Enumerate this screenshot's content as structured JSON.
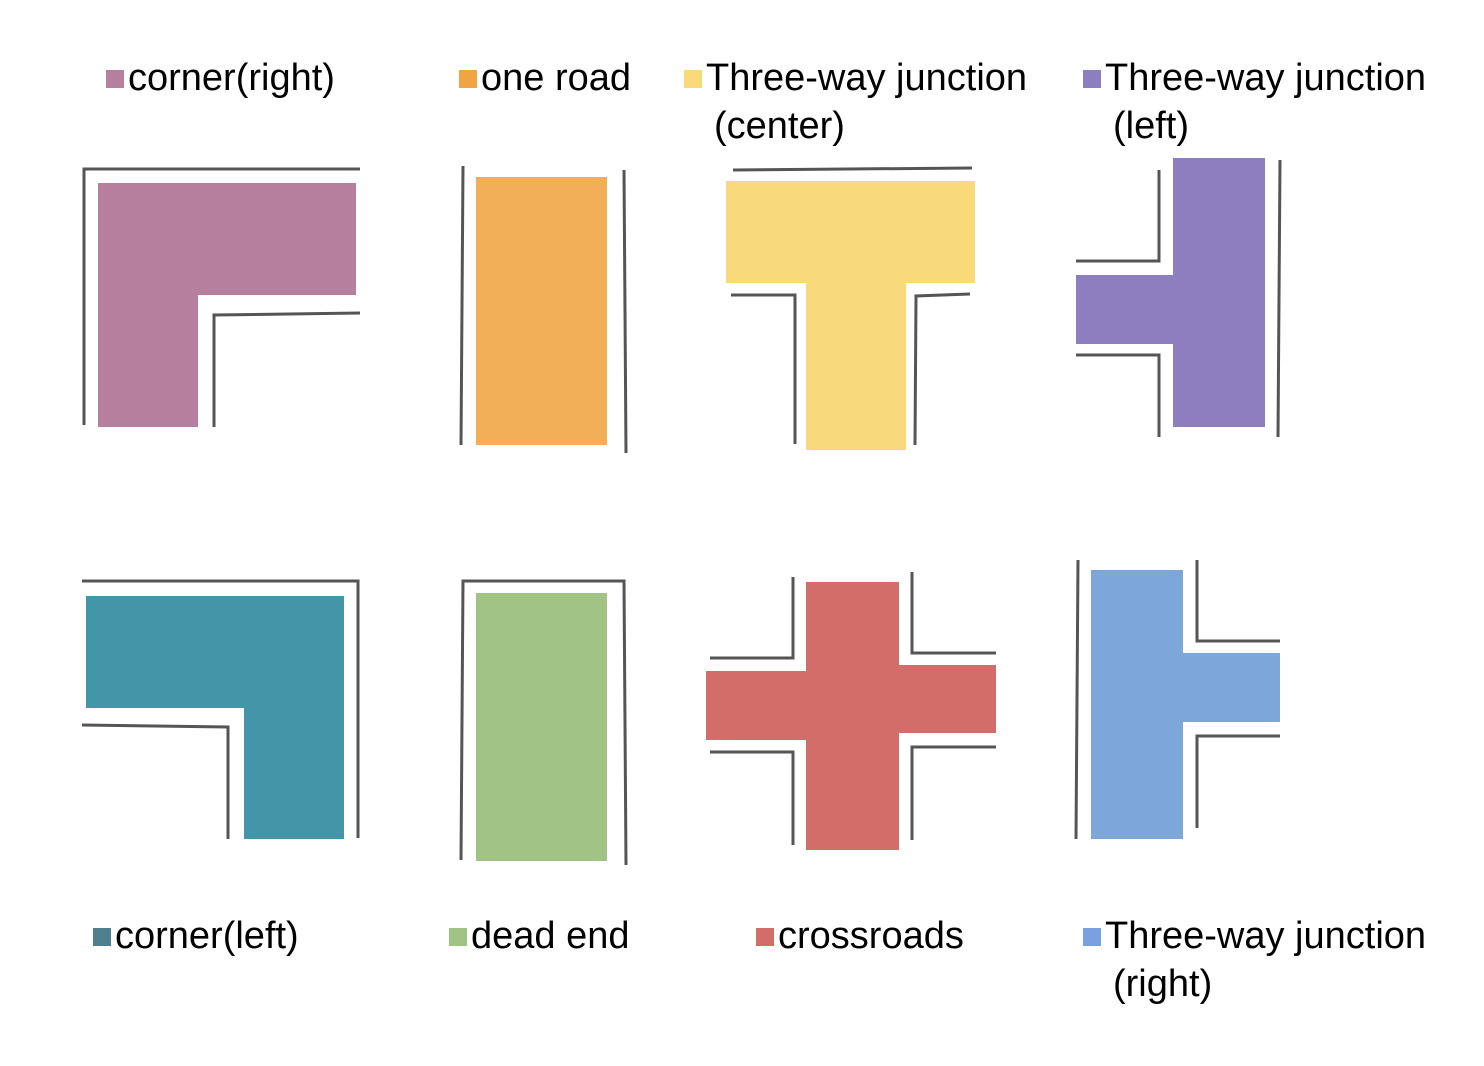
{
  "legend": [
    {
      "id": "corner_right",
      "text": "corner(right)",
      "line2": "",
      "color": "#b67f9d",
      "swatch": "#b67f9d"
    },
    {
      "id": "one_road",
      "text": "one road",
      "line2": "",
      "color": "#f2af58",
      "swatch": "#f0a442"
    },
    {
      "id": "three_center",
      "text": "Three-way junction",
      "line2": "(center)",
      "color": "#f8da7a",
      "swatch": "#f8da7a"
    },
    {
      "id": "three_left",
      "text": "Three-way junction",
      "line2": "(left)",
      "color": "#8c7ebf",
      "swatch": "#8c7ebf"
    },
    {
      "id": "corner_left",
      "text": "corner(left)",
      "line2": "",
      "color": "#4396a8",
      "swatch": "#4f7f8e"
    },
    {
      "id": "dead_end",
      "text": "dead end",
      "line2": "",
      "color": "#a0c485",
      "swatch": "#a0c485"
    },
    {
      "id": "crossroads",
      "text": "crossroads",
      "line2": "",
      "color": "#d36d6a",
      "swatch": "#d36d6a"
    },
    {
      "id": "three_right",
      "text": "Three-way junction",
      "line2": "(right)",
      "color": "#7da7d8",
      "swatch": "#7ba0e0"
    }
  ],
  "outline_color": "#555555"
}
